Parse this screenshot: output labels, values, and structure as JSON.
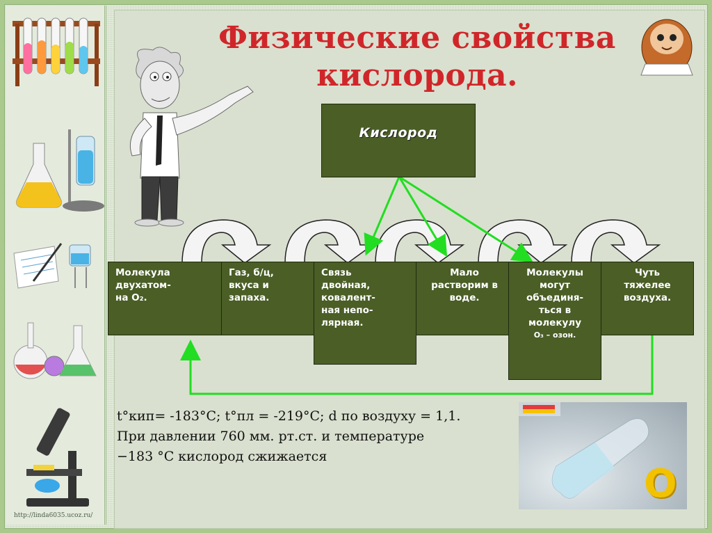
{
  "slide": {
    "title_line1": "Физические свойства",
    "title_line2": "кислорода.",
    "center_label": "Кислород",
    "properties": [
      {
        "lines": [
          "Молекула",
          "двухатом-",
          "на О₂."
        ]
      },
      {
        "lines": [
          "Газ, б/ц,",
          "вкуса и",
          "запаха."
        ]
      },
      {
        "lines": [
          "Связь",
          "двойная,",
          "ковалент-",
          "ная непо-",
          "лярная."
        ]
      },
      {
        "lines": [
          "Мало",
          "растворим в",
          "воде."
        ]
      },
      {
        "lines": [
          "Молекулы",
          "могут",
          "объединя-",
          "ться в",
          "молекулу",
          "О₃ – озон."
        ]
      },
      {
        "lines": [
          "Чуть",
          "тяжелее",
          "воздуха."
        ]
      }
    ],
    "constants_line1": "t°кип= -183°С; t°пл = -219°С; d по воздуху = 1,1.",
    "constants_line2": "При давлении 760 мм. рт.ст. и температуре",
    "constants_line3": "−183 °С кислород сжижается",
    "photo_letter": "O",
    "footer_url": "http://linda6035.ucoz.ru/"
  },
  "colors": {
    "title": "#d0262a",
    "box_fill": "#4a5e26",
    "arrow_green": "#22dd22",
    "photo_letter": "#f2c200"
  },
  "icons": [
    "test-tube-rack-icon",
    "flask-stand-icon",
    "notebook-pen-icon",
    "glassware-icon",
    "microscope-icon",
    "scientist-figure",
    "sloth-reading-icon",
    "curved-arrow-icon"
  ]
}
